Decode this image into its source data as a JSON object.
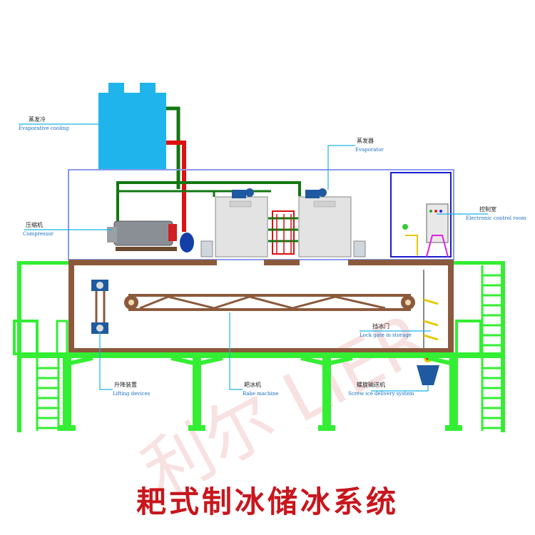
{
  "title": "耙式制冰储冰系统",
  "watermark": "利尔 LIER",
  "colors": {
    "title": "#c8161d",
    "tower": "#1fb5ec",
    "frame_green": "#33ee33",
    "pipe_green": "#117711",
    "pipe_red": "#dd1111",
    "storage_wall": "#8b5a3c",
    "room_border": "#8899ee",
    "label_line": "#1ab3e6",
    "label_en": "#1a6fc2",
    "control_border": "#1a1ad0"
  },
  "labels": {
    "evaporative_cooling": {
      "cn": "蒸发冷",
      "en": "Evaporative cooling"
    },
    "evaporator": {
      "cn": "蒸发器",
      "en": "Evaporator"
    },
    "compressor": {
      "cn": "压缩机",
      "en": "Compressor"
    },
    "control_room": {
      "cn": "控制室",
      "en": "Electronic control room"
    },
    "lock_gate": {
      "cn": "挡冰门",
      "en": "Lock gate in storage"
    },
    "lifting_devices": {
      "cn": "升降装置",
      "en": "Lifting devices"
    },
    "rake_machine": {
      "cn": "耙冰机",
      "en": "Rake machine"
    },
    "screw_delivery": {
      "cn": "螺旋输送机",
      "en": "Screw ice delivery system"
    }
  }
}
